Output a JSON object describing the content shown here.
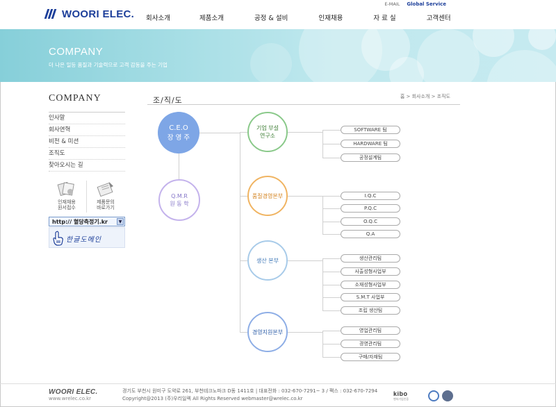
{
  "header": {
    "logo_text": "WOORI ELEC.",
    "email_link": "E-MAIL",
    "global_link": "Global Service",
    "nav": [
      "회사소개",
      "제품소개",
      "공정 & 설비",
      "인재채용",
      "자 료 실",
      "고객센터"
    ]
  },
  "banner": {
    "title": "COMPANY",
    "subtitle": "더 나은 일등 품질과 기술력으로 고객 감동을 주는 기업"
  },
  "sidebar": {
    "title": "COMPANY",
    "menu": [
      "인사말",
      "회사연혁",
      "비전 & 미션",
      "조직도",
      "찾아오시는 길"
    ],
    "quick": [
      {
        "line1": "인재채용",
        "line2": "원서접수"
      },
      {
        "line1": "제품문의",
        "line2": "바로가기"
      }
    ],
    "domain_text": "http:// 혈당측정기.kr",
    "domain_banner": "한글도메인"
  },
  "content": {
    "title": "조/직/도",
    "breadcrumb": "홈 > 회사소개 > 조직도"
  },
  "org": {
    "ceo": {
      "line1": "C.E.O",
      "line2": "장 영 주"
    },
    "qmr": {
      "line1": "Q.M.R",
      "line2": "원 동 학"
    },
    "departments": [
      {
        "line1": "기업 부설",
        "line2": "연구소",
        "teams": [
          "SOFTWARE 팀",
          "HARDWARE 팀",
          "공정설계팀"
        ]
      },
      {
        "line1": "품질경영본부",
        "line2": "",
        "teams": [
          "I.Q.C",
          "P.Q.C",
          "O.Q.C",
          "Q.A"
        ]
      },
      {
        "line1": "생산 본부",
        "line2": "",
        "teams": [
          "생산관리팀",
          "사출성형사업부",
          "소재성형사업부",
          "S.M.T 사업부",
          "조립 생산팀"
        ]
      },
      {
        "line1": "경영지원본부",
        "line2": "",
        "teams": [
          "영업관리팀",
          "경영관리팀",
          "구매/자재팀"
        ]
      }
    ]
  },
  "footer": {
    "logo_text": "WOORI ELEC.",
    "url": "www.wrelec.co.kr",
    "address": "경기도 부천시 원미구 도약로 261, 부천테크노파크 D동 1411호 | 대표전화 : 032-670-7291~ 3 / 팩스 : 032-670-7294",
    "copyright": "Copyright@2013 (주)우리일렉 All Rights Reserved  webmaster@wrelec.co.kr",
    "badge_kibo": "kibo",
    "badge_kibo_sub": "벤처기업인증"
  }
}
